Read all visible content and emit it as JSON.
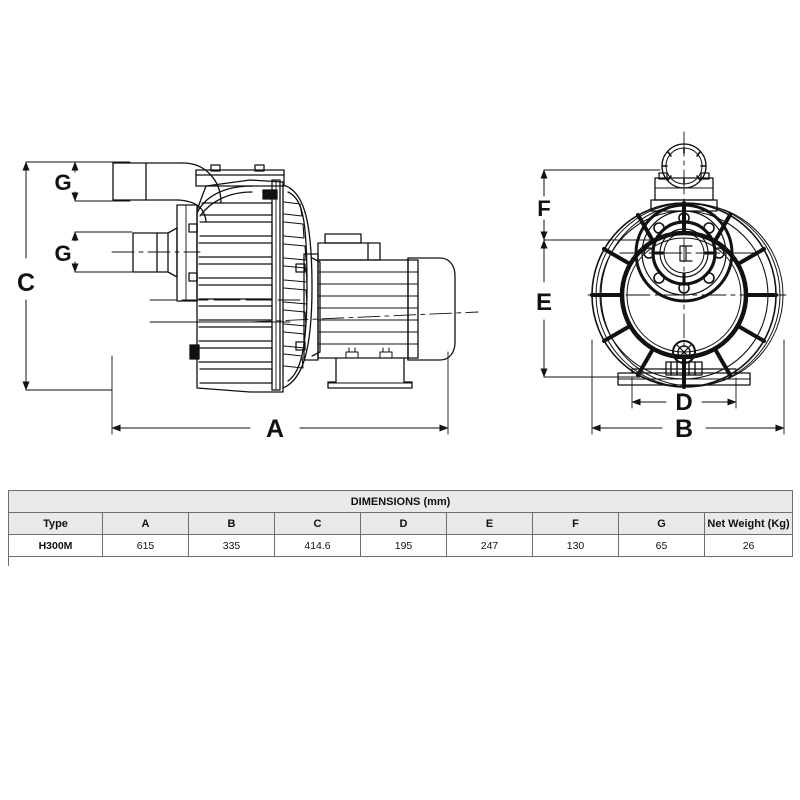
{
  "document": {
    "kind": "technical-dimension-drawing",
    "subject": "swimming pool pump side view and front view"
  },
  "views": {
    "side_view": {
      "name": "side-elevation",
      "dimension_labels": [
        {
          "id": "C",
          "label": "C",
          "orientation": "vertical",
          "position": "far-left"
        },
        {
          "id": "G-top",
          "label": "G",
          "orientation": "vertical",
          "position": "upper-left-inset"
        },
        {
          "id": "G-mid",
          "label": "G",
          "orientation": "vertical",
          "position": "mid-left-inset"
        },
        {
          "id": "A",
          "label": "A",
          "orientation": "horizontal",
          "position": "bottom"
        }
      ]
    },
    "front_view": {
      "name": "front-elevation",
      "dimension_labels": [
        {
          "id": "F",
          "label": "F",
          "orientation": "vertical",
          "position": "left-upper"
        },
        {
          "id": "E",
          "label": "E",
          "orientation": "vertical",
          "position": "left-lower"
        },
        {
          "id": "D",
          "label": "D",
          "orientation": "horizontal",
          "position": "base-inner"
        },
        {
          "id": "B",
          "label": "B",
          "orientation": "horizontal",
          "position": "bottom-outer"
        }
      ]
    }
  },
  "table": {
    "title": "DIMENSIONS (mm)",
    "columns": [
      "Type",
      "A",
      "B",
      "C",
      "D",
      "E",
      "F",
      "G",
      "Net Weight (Kg)"
    ],
    "rows": [
      {
        "type": "H300M",
        "A": "615",
        "B": "335",
        "C": "414.6",
        "D": "195",
        "E": "247",
        "F": "130",
        "G": "65",
        "net_weight": "26"
      }
    ]
  },
  "colors": {
    "background": "#ffffff",
    "line": "#111111",
    "table_header_fill": "#e9e9e9",
    "table_border": "#6e6e6e",
    "text": "#111111"
  },
  "chart_data": {
    "type": "table",
    "title": "DIMENSIONS (mm)",
    "categories": [
      "Type",
      "A",
      "B",
      "C",
      "D",
      "E",
      "F",
      "G",
      "Net Weight (Kg)"
    ],
    "values": [
      "H300M",
      "615",
      "335",
      "414.6",
      "195",
      "247",
      "130",
      "65",
      "26"
    ]
  }
}
